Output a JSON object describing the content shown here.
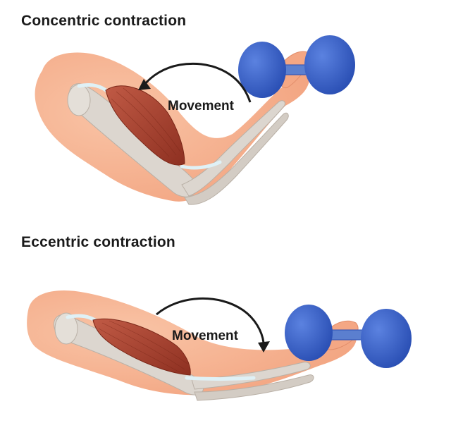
{
  "diagram": {
    "concentric": {
      "title": "Concentric contraction",
      "movement_label": "Movement"
    },
    "eccentric": {
      "title": "Eccentric contraction",
      "movement_label": "Movement"
    }
  },
  "colors": {
    "skin": "#f6b08f",
    "bone": "#dcd6cf",
    "muscle": "#a8402e",
    "tendon": "#dff1f6",
    "dumbbell": "#3b63c9",
    "arrow": "#1a1a1a"
  }
}
